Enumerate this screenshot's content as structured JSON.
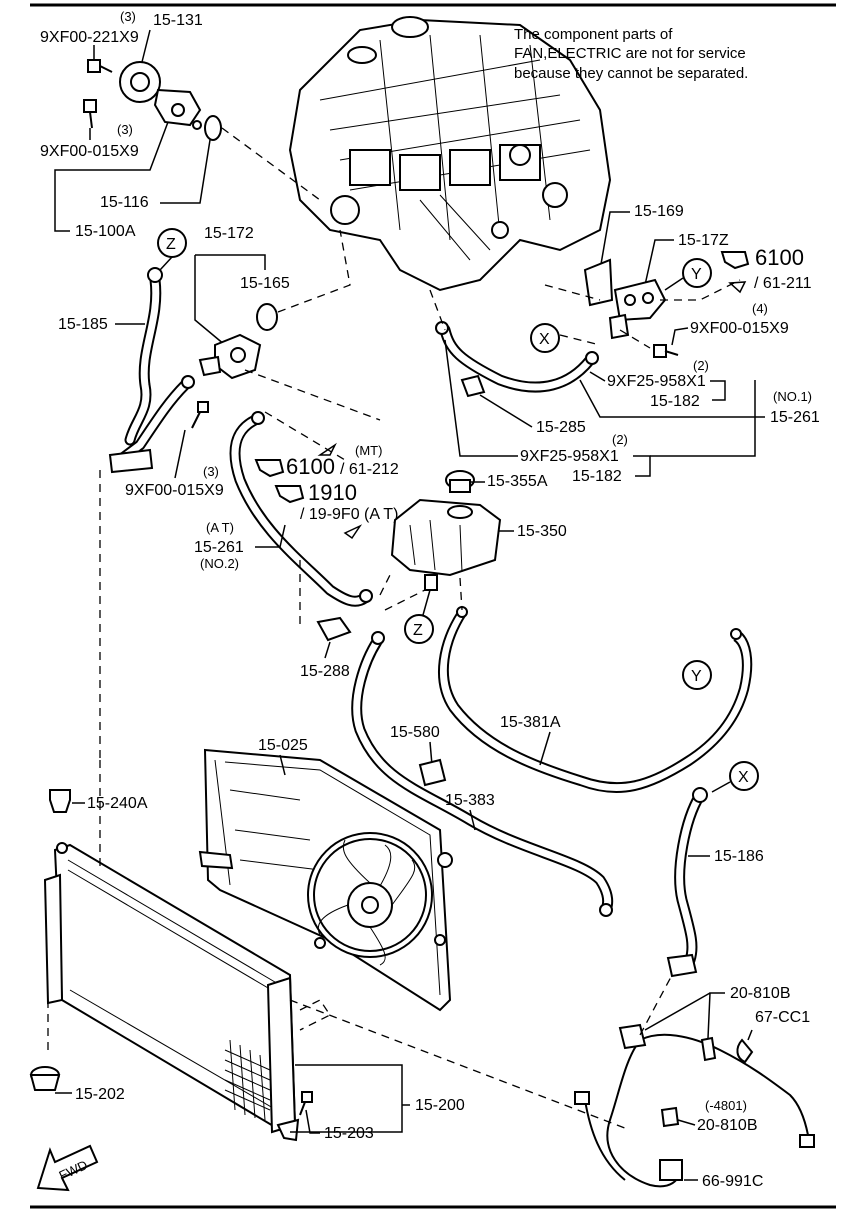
{
  "note": {
    "line1": "The component parts of",
    "line2": "FAN,ELECTRIC are not for service",
    "line3": "because they cannot be separated."
  },
  "labels": {
    "qty_3_a": "(3)",
    "p_9xf00_221x9": "9XF00-221X9",
    "p_15_131": "15-131",
    "qty_3_b": "(3)",
    "p_9xf00_015x9_a": "9XF00-015X9",
    "p_15_116": "15-116",
    "p_15_100a": "15-100A",
    "p_15_172": "15-172",
    "p_15_165": "15-165",
    "p_15_185": "15-185",
    "p_15_169": "15-169",
    "p_15_17z": "15-17Z",
    "ref_6100_a": "6100",
    "ref_61_211": "/ 61-211",
    "qty_4": "(4)",
    "p_9xf00_015x9_b": "9XF00-015X9",
    "qty_2_a": "(2)",
    "p_9xf25_958x1_a": "9XF25-958X1",
    "p_15_182_a": "15-182",
    "no1": "(NO.1)",
    "p_15_261_a": "15-261",
    "p_15_285": "15-285",
    "qty_2_b": "(2)",
    "p_9xf25_958x1_b": "9XF25-958X1",
    "p_15_182_b": "15-182",
    "mt": "(MT)",
    "ref_6100_b": "6100",
    "ref_61_212": "/ 61-212",
    "qty_3_c": "(3)",
    "p_9xf00_015x9_c": "9XF00-015X9",
    "ref_1910": "1910",
    "ref_19_9f0": "/ 19-9F0 (A T)",
    "at": "(A T)",
    "p_15_261_b": "15-261",
    "no2": "(NO.2)",
    "p_15_355a": "15-355A",
    "p_15_350": "15-350",
    "p_15_288": "15-288",
    "p_15_580": "15-580",
    "p_15_381a": "15-381A",
    "p_15_025": "15-025",
    "p_15_383": "15-383",
    "p_15_240a": "15-240A",
    "p_15_186": "15-186",
    "p_20_810b_a": "20-810B",
    "p_67_cc1": "67-CC1",
    "p_15_202": "15-202",
    "p_15_200": "15-200",
    "p_15_203": "15-203",
    "p_4801": "(-4801)",
    "p_20_810b_b": "20-810B",
    "p_66_991c": "66-991C",
    "fwd": "FWD",
    "callout_x": "X",
    "callout_y": "Y",
    "callout_z": "Z"
  }
}
